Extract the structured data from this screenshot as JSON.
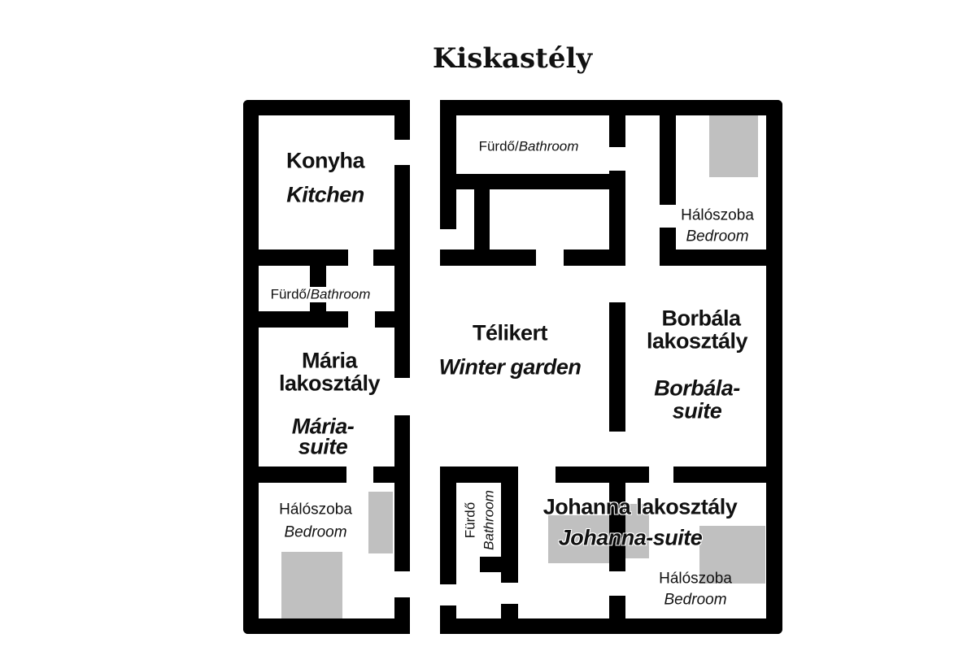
{
  "title": "Kiskastély",
  "rooms": {
    "kitchen": {
      "hu": "Konyha",
      "en": "Kitchen"
    },
    "bath_top": {
      "hu": "Fürdő/",
      "en": "Bathroom"
    },
    "bed_top_right": {
      "hu": "Hálószoba",
      "en": "Bedroom"
    },
    "bath_left": {
      "hu": "Fürdő/",
      "en": "Bathroom"
    },
    "winter_garden": {
      "hu": "Télikert",
      "en": "Winter garden"
    },
    "borbala": {
      "hu1": "Borbála",
      "hu2": "lakosztály",
      "en1": "Borbála-",
      "en2": "suite"
    },
    "maria": {
      "hu1": "Mária",
      "hu2": "lakosztály",
      "en1": "Mária-",
      "en2": "suite"
    },
    "bed_left": {
      "hu": "Hálószoba",
      "en": "Bedroom"
    },
    "bath_bottom": {
      "hu": "Fürdő",
      "en": "Bathroom"
    },
    "johanna": {
      "hu": "Johanna lakosztály",
      "en": "Johanna-suite"
    },
    "bed_bottom_right": {
      "hu": "Hálószoba",
      "en": "Bedroom"
    }
  }
}
